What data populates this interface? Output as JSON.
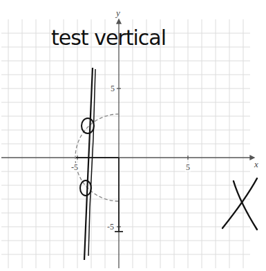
{
  "diagram": {
    "labels": [
      "y",
      "test vertical",
      "5",
      "-5",
      "5",
      "x",
      "-5"
    ]
  }
}
